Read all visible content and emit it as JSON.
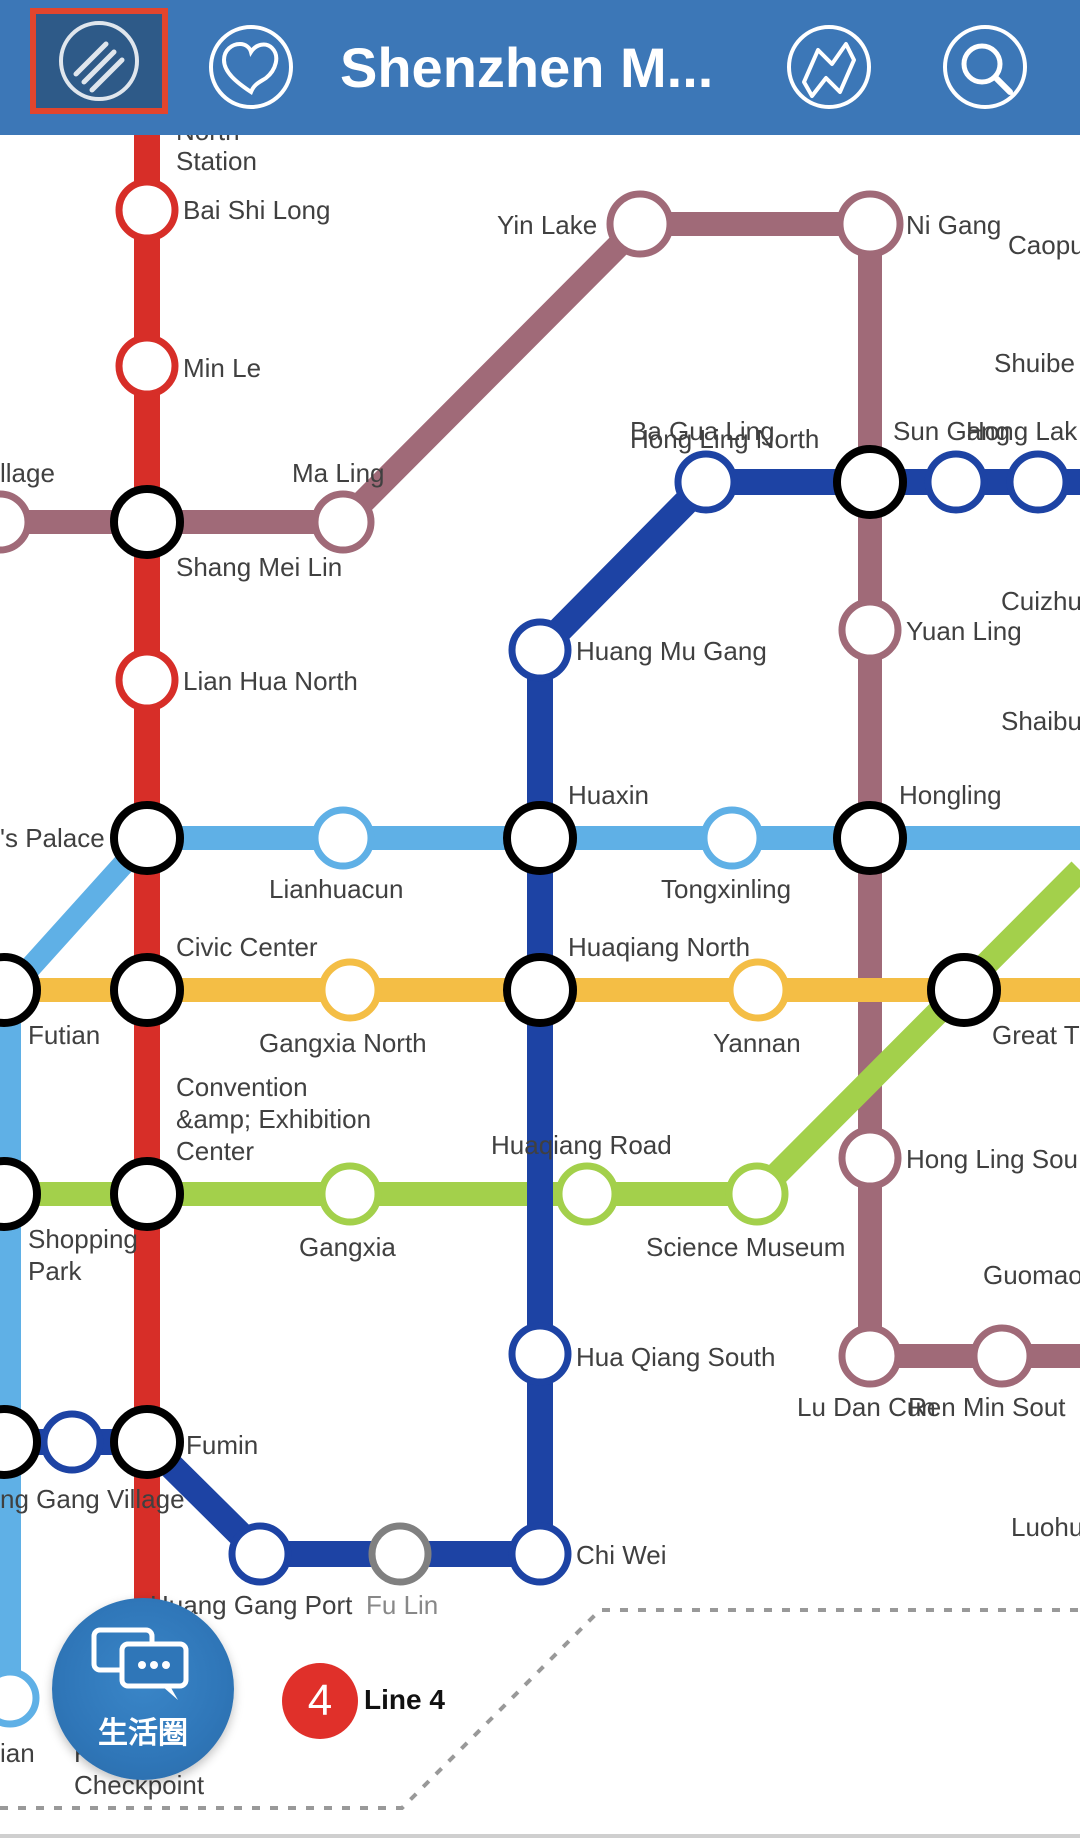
{
  "header": {
    "title": "Shenzhen M...",
    "background": "#3c77b7",
    "menu_highlight": "#e2452d",
    "buttons": [
      "menu-icon",
      "heart-icon",
      "map-icon",
      "search-icon"
    ]
  },
  "colors": {
    "line1": "#d72e28",
    "line2": "#a06a78",
    "line3": "#1d43a4",
    "line4": "#5fb0e6",
    "line5": "#f4be45",
    "line6": "#a3d04b",
    "line7": "#808080"
  },
  "stations": {
    "north_station": "North\nStation",
    "bai_shi_long": "Bai Shi Long",
    "min_le": "Min Le",
    "shang_mei_lin": "Shang Mei Lin",
    "lian_hua_north": "Lian Hua North",
    "palace": "'s Palace",
    "civic_center": "Civic Center",
    "convention_1": "Convention",
    "convention_2": "&amp; Exhibition",
    "convention_3": "Center",
    "fumin": "Fumin",
    "yin_lake": "Yin Lake",
    "ni_gang": "Ni Gang",
    "caopu": "Caopu",
    "ma_ling": "Ma Ling",
    "village_left": "llage",
    "shuibei": "Shuibe",
    "ba_gua_ling": "Ba Gua Ling",
    "hong_ling_north": "Hong Ling North",
    "sun_gang": "Sun Gang",
    "hong_lak": "Hong Lak",
    "huang_mu_gang": "Huang Mu Gang",
    "yuan_ling": "Yuan Ling",
    "cuizhu": "Cuizhu",
    "shaibu": "Shaibu",
    "huaxin": "Huaxin",
    "hongling": "Hongling",
    "lianhuacun": "Lianhuacun",
    "tongxinling": "Tongxinling",
    "huaqiang_north": "Huaqiang North",
    "futian": "Futian",
    "gangxia_north": "Gangxia North",
    "yannan": "Yannan",
    "great_t": "Great T",
    "huaqiang_road": "Huaqiang Road",
    "hong_ling_south": "Hong Ling Sou",
    "shopping_park_1": "Shopping",
    "shopping_park_2": "Park",
    "gangxia": "Gangxia",
    "science_museum": "Science Museum",
    "guomao": "Guomao",
    "hua_qiang_south": "Hua Qiang South",
    "lu_dan_cun": "Lu Dan Cun",
    "ren_min_south": "Ren Min Sout",
    "gang_village": "ng Gang Village",
    "luohu": "Luohu",
    "huang_gang_port": "Huang Gang Port",
    "fu_lin": "Fu Lin",
    "chi_wei": "Chi Wei",
    "tian": "ian",
    "f_letter": "F",
    "checkpoint": "Checkpoint"
  },
  "fab": {
    "label": "生活圈",
    "icon": "chat-bubbles-icon"
  },
  "legend": {
    "number": "4",
    "label": "Line 4",
    "color": "#e0302a"
  }
}
